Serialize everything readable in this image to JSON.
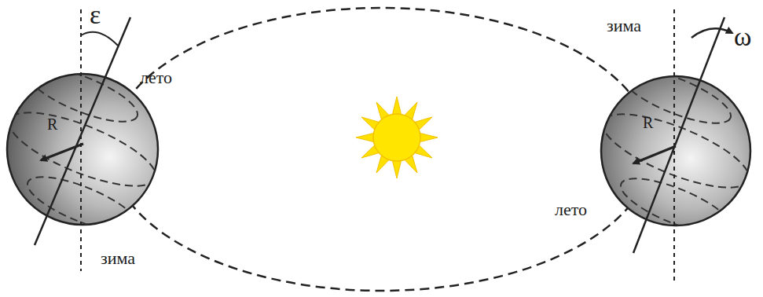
{
  "diagram": {
    "labels": [
      "ε",
      "лето",
      "R",
      "зима",
      "зима",
      "ω",
      "R",
      "лето"
    ]
  }
}
